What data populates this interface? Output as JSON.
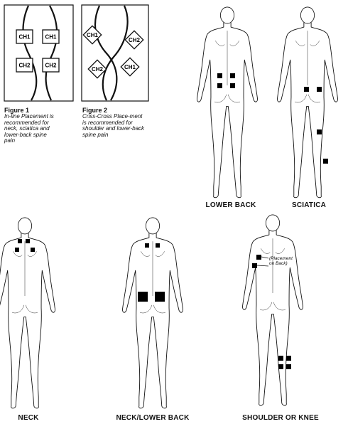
{
  "figure1": {
    "title": "Figure 1",
    "description": "In-line Placement is\nrecommended for\nneck, sciatica and\nlower-back spine\npain",
    "pads": [
      "CH1",
      "CH1",
      "CH2",
      "CH2"
    ]
  },
  "figure2": {
    "title": "Figure 2",
    "description": "Criss-Cross Place-ment\nis recommended for\nshoulder and lower-back\nspine pain",
    "pads": [
      "CH1",
      "CH2",
      "CH2",
      "CH1"
    ]
  },
  "bodies": {
    "lower_back": "LOWER BACK",
    "sciatica": "SCIATICA",
    "neck": "NECK",
    "neck_lower_back": "NECK/LOWER BACK",
    "shoulder_knee": "SHOULDER OR KNEE"
  },
  "shoulder_note": "(Placement\non Back)",
  "colors": {
    "ink": "#111111",
    "pad": "#000000",
    "paper": "#ffffff"
  }
}
